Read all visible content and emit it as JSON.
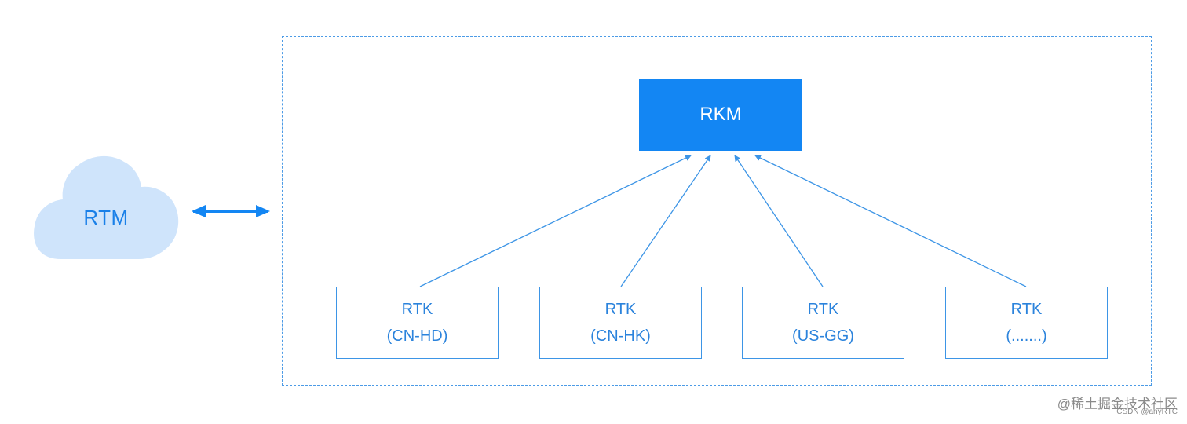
{
  "cloud": {
    "label": "RTM"
  },
  "rkm": {
    "label": "RKM"
  },
  "rtk_nodes": [
    {
      "name": "RTK",
      "region": "(CN-HD)"
    },
    {
      "name": "RTK",
      "region": "(CN-HK)"
    },
    {
      "name": "RTK",
      "region": "(US-GG)"
    },
    {
      "name": "RTK",
      "region": "(.......)"
    }
  ],
  "watermark": {
    "main": "@稀土掘金技术社区",
    "sub": "CSDN @anyRTC"
  },
  "colors": {
    "accent": "#1386f3",
    "cloud_fill": "#cfe4fb",
    "line": "#3d95e6",
    "dashed_border": "#4c9be6"
  }
}
